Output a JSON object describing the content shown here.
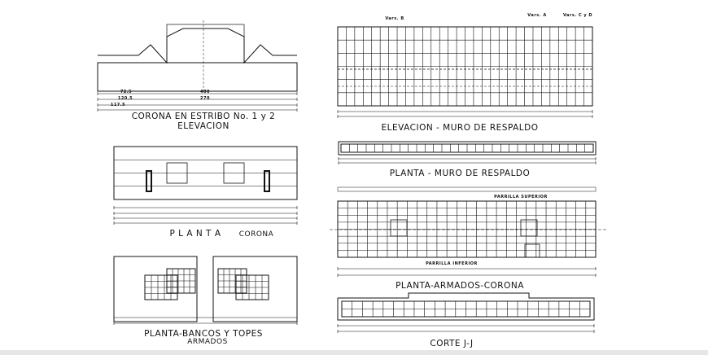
{
  "titles": {
    "corona_elevacion_1": "CORONA EN ESTRIBO No. 1 y 2",
    "corona_elevacion_2": "ELEVACION",
    "muro_elevacion": "ELEVACION - MURO DE RESPALDO",
    "muro_planta": "PLANTA - MURO DE RESPALDO",
    "planta_corona_1": "P L A N T A",
    "planta_corona_2": "CORONA",
    "armados_corona": "PLANTA-ARMADOS-CORONA",
    "bancos_1": "PLANTA-BANCOS Y TOPES",
    "bancos_2": "ARMADOS",
    "corte": "CORTE J-J"
  },
  "labels": {
    "parrilla_superior": "PARRILLA SUPERIOR",
    "parrilla_inferior": "PARRILLA INFERIOR",
    "vars_a": "Vars. A",
    "vars_b": "Vars. B",
    "vars_cd": "Vars. C y D",
    "dim_1205": "120.5",
    "dim_1175": "117.5",
    "dim_725": "72.5",
    "dim_270": "270",
    "dim_400": "400"
  },
  "colors": {
    "line": "#111111",
    "background": "#ffffff"
  }
}
